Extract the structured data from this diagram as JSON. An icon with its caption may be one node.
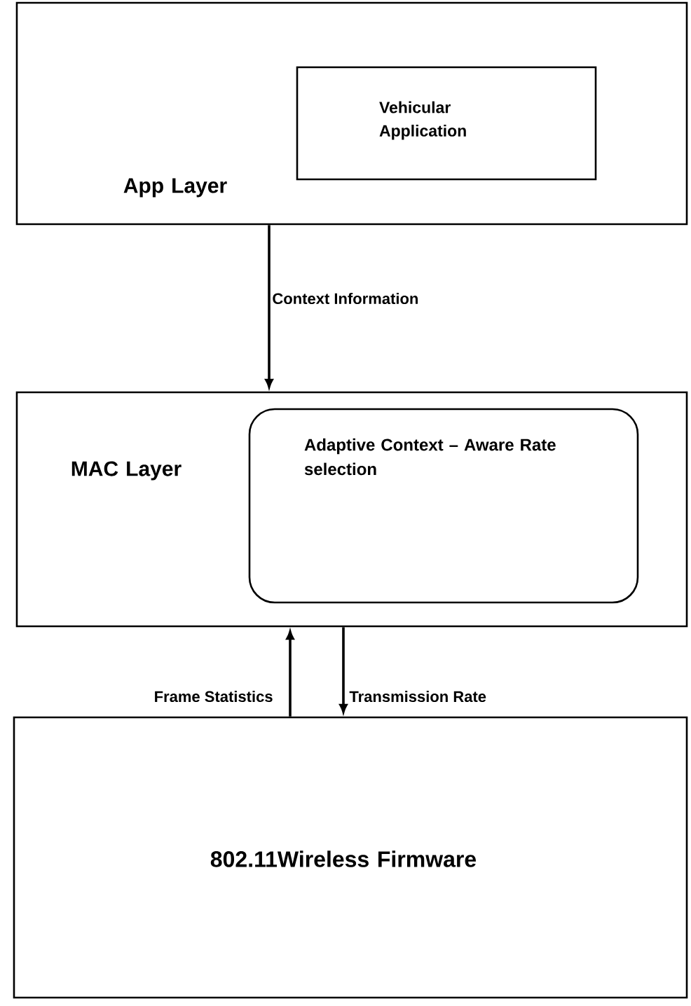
{
  "diagram": {
    "nodes": [
      {
        "text": [
          "App Layer"
        ]
      },
      {
        "text": [
          "Vehicular Application"
        ],
        "in": 0
      },
      {
        "text": [
          "MAC Layer"
        ]
      },
      {
        "text": [
          "Adaptive Context – Aware Rate selection"
        ],
        "in": 2
      },
      {
        "text": [
          "802.11Wireless Firmware"
        ]
      }
    ],
    "edges": [
      {
        "from": 0,
        "to": 2,
        "arrow": "to",
        "label": "Context Information"
      },
      {
        "from": 4,
        "to": 2,
        "arrow": "to",
        "label": "Frame Statistics"
      },
      {
        "from": 2,
        "to": 4,
        "arrow": "to",
        "label": "Transmission Rate"
      }
    ]
  }
}
